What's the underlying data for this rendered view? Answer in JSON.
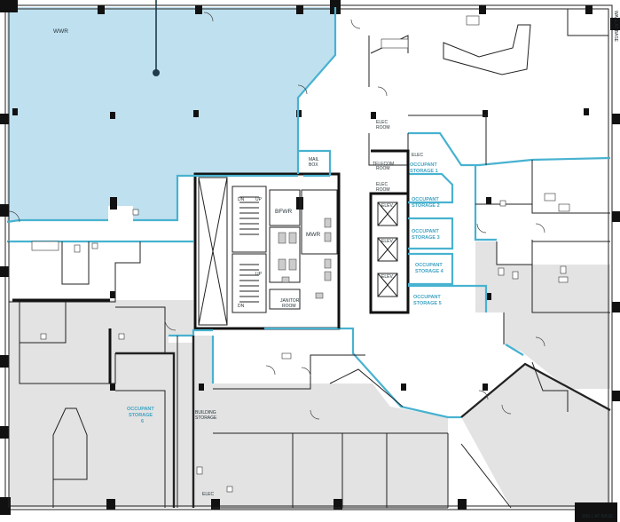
{
  "colors": {
    "tenant_line": "#48b2d0",
    "wwr_fill": "#bfe0ef",
    "storage_fill": "#e3e3e3",
    "wall": "#111111"
  },
  "labels": {
    "wwr": "WWR",
    "elec_room_top": "ELEC\nROOM",
    "elec_top": "ELEC",
    "telecom_room": "TELECOM\nROOM",
    "elec_room_mid": "ELEC\nROOM",
    "mail_box": "MAIL\nBOX",
    "bfwr": "BFWR",
    "mwr": "MWR",
    "janitor_room": "JANITOR\nROOM",
    "dn_left": "DN",
    "up_left": "UP",
    "dn_left2": "DN",
    "up_left2": "UP",
    "elev_1": "ELEV.",
    "elev_2": "ELEV.",
    "elev_3": "ELEV.",
    "occupant_storage_1": "OCCUPANT\nSTORAGE 1",
    "occupant_storage_2": "OCCUPANT\nSTORAGE 2",
    "occupant_storage_3": "OCCUPANT\nSTORAGE 3",
    "occupant_storage_4": "OCCUPANT\nSTORAGE 4",
    "occupant_storage_5": "OCCUPANT\nSTORAGE 5",
    "occupant_storage_6": "OCCUPANT\nSTORAGE\n6",
    "building_storage": "BUILDING\nSTORAGE",
    "elec_bottom": "ELEC",
    "wall_at_base": "WALL AT BASE"
  }
}
